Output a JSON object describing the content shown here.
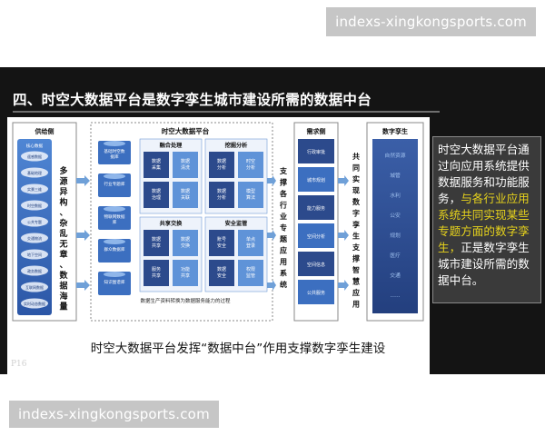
{
  "watermark": {
    "top": "indexs-xingkongsports.com",
    "bottom": "indexs-xingkongsports.com"
  },
  "slide": {
    "title": "四、时空大数据平台是数字孪生城市建设所需的数据中台",
    "page_number": "P16",
    "caption": "时空大数据平台发挥“数据中台”作用支撑数字孪生建设",
    "note": {
      "white_1": "时空大数据平台通过向应用系统提供数据服务和功能服务，",
      "yellow": "与各行业应用系统共同实现某些专题方面的数字孪生，",
      "white_2": "正是数字孪生城市建设所需的数据中台。"
    }
  },
  "diagram": {
    "supply": {
      "heading": "供给侧",
      "inner_title": "核心数据",
      "inner_items": [
        "遥感数据",
        "基础地理",
        "实景三维",
        "时空数据",
        "公共专题",
        "交通物流",
        "地下空间",
        "政务数据",
        "互联网数据",
        "实时动态数据"
      ],
      "side_text": "多源异构、杂乱无章、数据海量"
    },
    "platform": {
      "heading": "时空大数据平台",
      "stores": [
        "基础时空数据库",
        "行业专题库",
        "物联网数据库",
        "群众数据库",
        "知识图谱库"
      ],
      "groups": [
        {
          "title": "融合处理",
          "cells": [
            [
              "数据采集",
              "数据清洗"
            ],
            [
              "数据治理",
              "数据关联"
            ]
          ]
        },
        {
          "title": "挖掘分析",
          "cells": [
            [
              "数据分析",
              "时空分析"
            ],
            [
              "数据分析",
              "模型算法"
            ]
          ]
        },
        {
          "title": "共享交换",
          "cells": [
            [
              "数据共享",
              "数据交换"
            ],
            [
              "服务共享",
              "功能共享"
            ]
          ]
        },
        {
          "title": "安全监管",
          "cells": [
            [
              "账号安全",
              "单点登录"
            ],
            [
              "数据安全",
              "权限监管"
            ]
          ]
        }
      ],
      "footer": "数据生产资料转换为数据服务能力的过程"
    },
    "middle_text": "支撑各行业专题应用系统",
    "demand": {
      "heading": "需求侧",
      "items": [
        "行政审批",
        "城市规划",
        "能力服务",
        "空间分析",
        "空间信息",
        "公共服务"
      ]
    },
    "right_text": "共同实现数字孪生支撑智慧应用",
    "twin": {
      "heading": "数字孪生",
      "items": [
        "自然资源",
        "城管",
        "水利",
        "公安",
        "规划",
        "医疗",
        "交通",
        "......"
      ]
    },
    "colors": {
      "frame": "#7f7f7f",
      "blue_dark": "#2c4a8c",
      "blue_mid": "#3c6fc0",
      "blue_light": "#5f93d8",
      "arrow": "#6fa0d8",
      "note_yellow": "#e7d31c"
    }
  }
}
